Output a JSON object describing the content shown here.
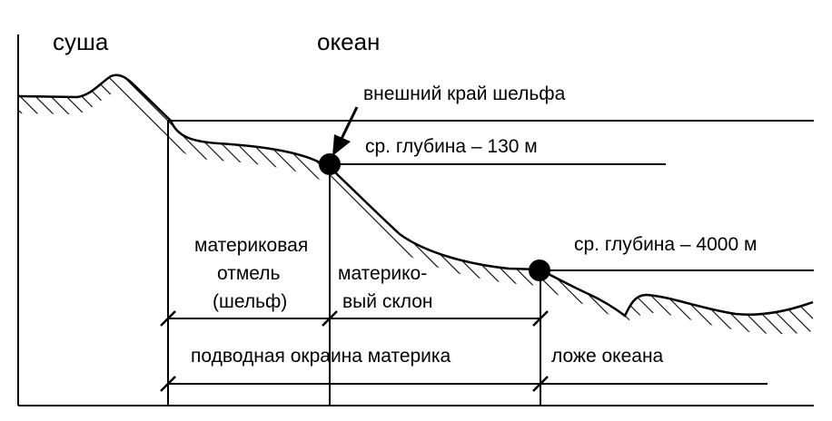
{
  "labels": {
    "land": "суша",
    "ocean": "океан",
    "shelf_edge": "внешний край шельфа",
    "depth_shelf": "ср. глубина – 130 м",
    "depth_ocean": "ср. глубина – 4000 м",
    "shelf_line1": "материковая",
    "shelf_line2": "отмель",
    "shelf_line3": "(шельф)",
    "slope_line1": "материко-",
    "slope_line2": "вый склон",
    "margin": "подводная окраина материка",
    "ocean_floor": "ложе океана"
  }
}
